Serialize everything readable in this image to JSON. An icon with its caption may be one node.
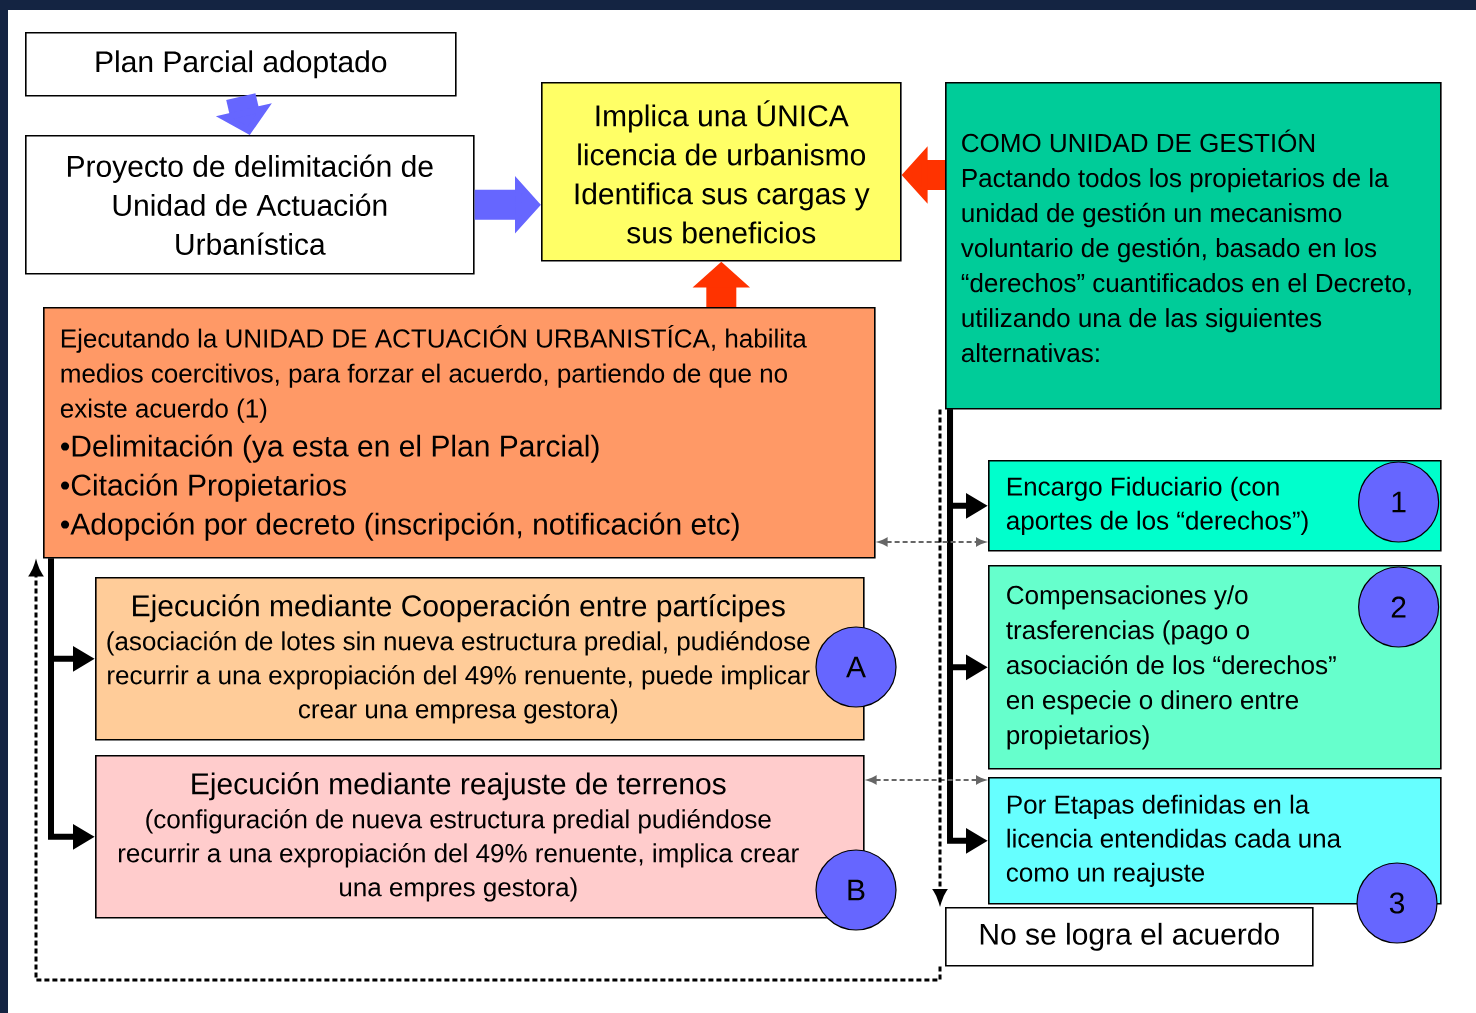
{
  "diagram": {
    "nodes": [
      {
        "text": [
          "Plan Parcial adoptado"
        ]
      },
      {
        "text": [
          "Proyecto de delimitación de Unidad de Actuación Urbanística"
        ]
      },
      {
        "text": [
          "Implica una ÚNICA licencia de urbanismo Identifica sus cargas y sus beneficios"
        ]
      },
      {
        "text": [
          "COMO UNIDAD DE GESTIÓN",
          "Pactando todos los propietarios de la unidad de gestión un mecanismo voluntario de gestión, basado en los “derechos” cuantificados en el Decreto, utilizando una de las siguientes alternativas:"
        ]
      },
      {
        "text": [
          "Ejecutando la UNIDAD DE ACTUACIÓN URBANISTÍCA, habilita medios coercitivos, para forzar el acuerdo, partiendo de que no existe acuerdo (1)",
          "•Delimitación (ya esta en el Plan Parcial)",
          "•Citación Propietarios",
          "•Adopción por decreto (inscripción, notificación etc)"
        ]
      },
      {
        "text": [
          "Ejecución mediante Cooperación entre partícipes",
          "(asociación de lotes sin nueva estructura predial, pudiéndose recurrir a una expropiación del 49% renuente, puede implicar crear una empresa gestora)"
        ]
      },
      {
        "text": [
          "A"
        ]
      },
      {
        "text": [
          "Ejecución mediante reajuste de terrenos",
          "(configuración de nueva estructura predial pudiéndose recurrir a una expropiación del 49% renuente, implica crear una empres gestora)"
        ]
      },
      {
        "text": [
          "B"
        ]
      },
      {
        "text": [
          "Encargo Fiduciario (con aportes de los “derechos”)"
        ]
      },
      {
        "text": [
          "1"
        ],
        "in": 9
      },
      {
        "text": [
          "Compensaciones y/o trasferencias (pago o asociación de los “derechos” en especie o dinero entre propietarios)"
        ]
      },
      {
        "text": [
          "2"
        ],
        "in": 11
      },
      {
        "text": [
          "Por Etapas definidas en la licencia entendidas cada una como un reajuste"
        ]
      },
      {
        "text": [
          "3"
        ]
      },
      {
        "text": [
          "No se logra el acuerdo"
        ]
      }
    ],
    "edges": [
      {
        "from": 0,
        "to": 1,
        "arrow": "to",
        "style": "thick",
        "color": "#6666ff"
      },
      {
        "from": 1,
        "to": 2,
        "arrow": "to",
        "style": "thick",
        "color": "#6666ff"
      },
      {
        "from": 4,
        "to": 2,
        "arrow": "to",
        "style": "thick",
        "color": "#ff3300"
      },
      {
        "from": 3,
        "to": 2,
        "arrow": "to",
        "style": "thick",
        "color": "#ff3300"
      },
      {
        "from": 3,
        "to": 9,
        "arrow": "to"
      },
      {
        "from": 3,
        "to": 11,
        "arrow": "to"
      },
      {
        "from": 3,
        "to": 13,
        "arrow": "to"
      },
      {
        "from": 4,
        "to": 5,
        "arrow": "to"
      },
      {
        "from": 4,
        "to": 7,
        "arrow": "to"
      },
      {
        "from": 4,
        "to": 9,
        "arrow": "both",
        "style": "dashed",
        "color": "#666666"
      },
      {
        "from": 7,
        "to": 13,
        "arrow": "both",
        "style": "dashed",
        "color": "#666666"
      },
      {
        "from": 3,
        "to": 15,
        "arrow": "to",
        "style": "dashed"
      },
      {
        "from": 15,
        "to": 4,
        "arrow": "to",
        "style": "dashed"
      }
    ]
  }
}
